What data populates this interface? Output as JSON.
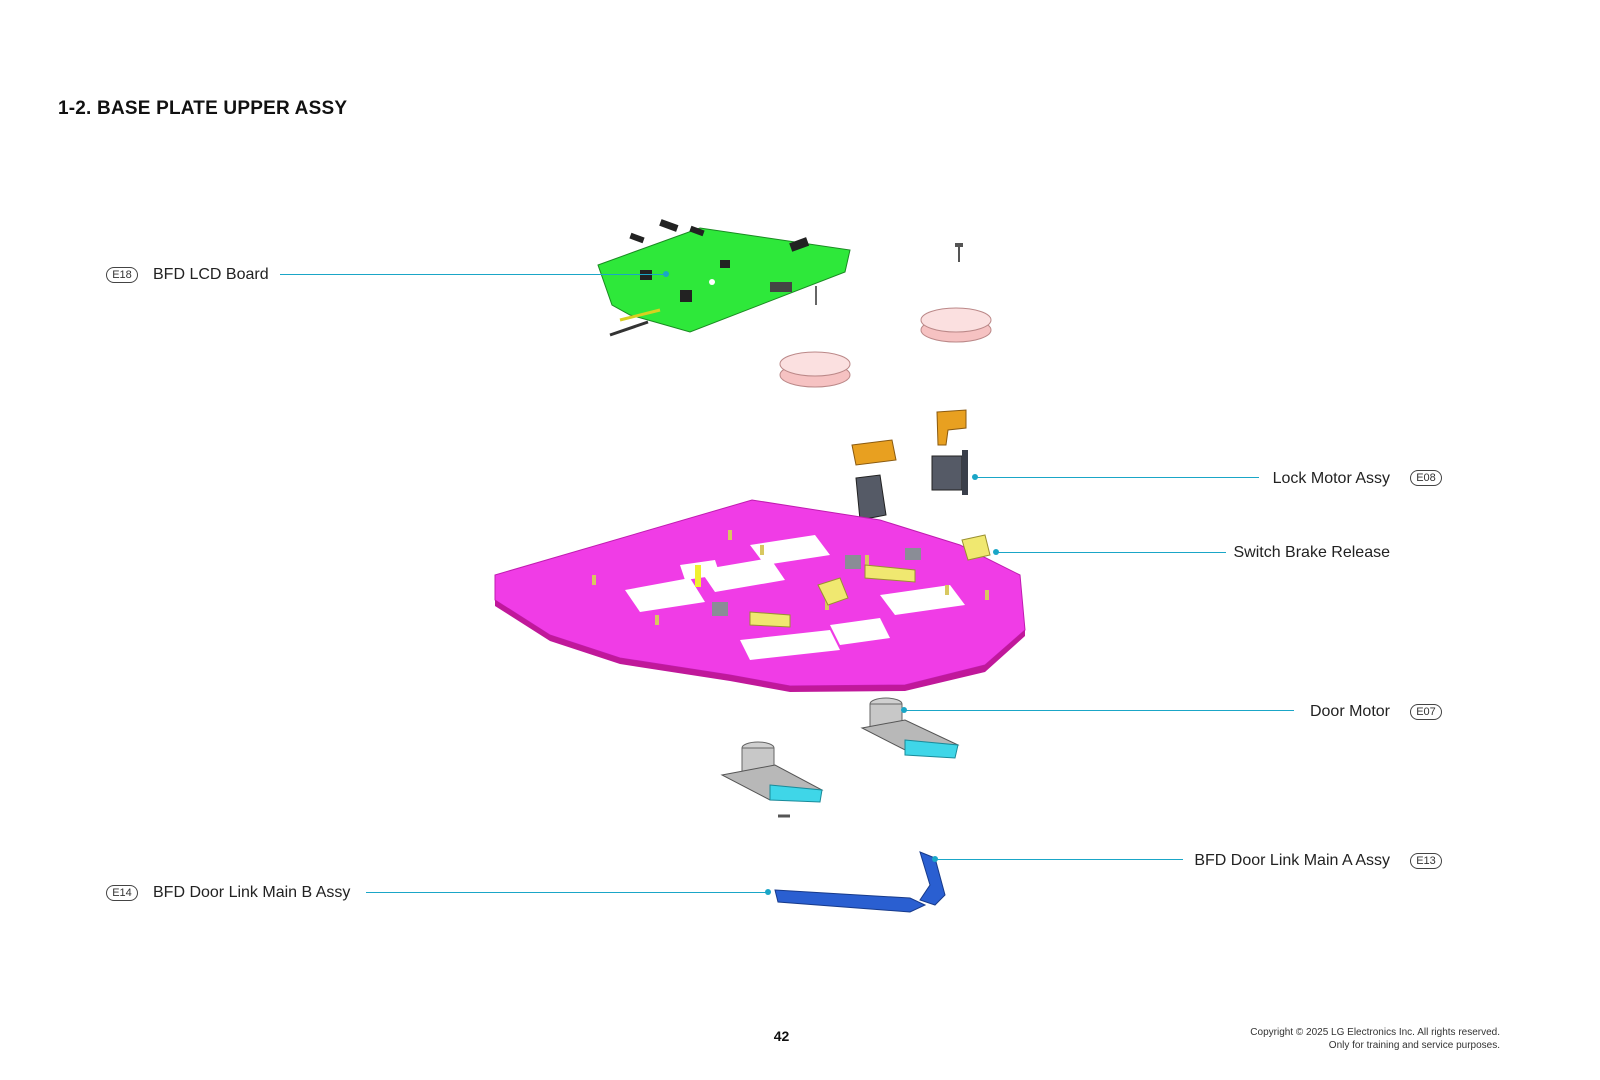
{
  "section_title": "1-2. BASE PLATE UPPER ASSY",
  "callouts": {
    "e18": {
      "code": "E18",
      "name": "BFD LCD Board"
    },
    "e08": {
      "code": "E08",
      "name": "Lock Motor Assy"
    },
    "switch": {
      "name": "Switch Brake Release"
    },
    "e07": {
      "code": "E07",
      "name": "Door Motor"
    },
    "e13": {
      "code": "E13",
      "name": "BFD Door Link Main A Assy"
    },
    "e14": {
      "code": "E14",
      "name": "BFD Door Link Main B Assy"
    }
  },
  "footer": {
    "page_number": "42",
    "copyright_line1": "Copyright © 2025 LG Electronics Inc. All rights reserved.",
    "copyright_line2": "Only for training and service purposes."
  },
  "colors": {
    "leader_line": "#1aa6c7",
    "lcd_board": "#2ee83a",
    "base_plate": "#f03ce6",
    "door_link": "#2a5fd1",
    "motor_bracket": "#3fd6e8",
    "lock_bracket": "#e8a020",
    "switch": "#f0e870",
    "ring": "#f6c2c2"
  }
}
